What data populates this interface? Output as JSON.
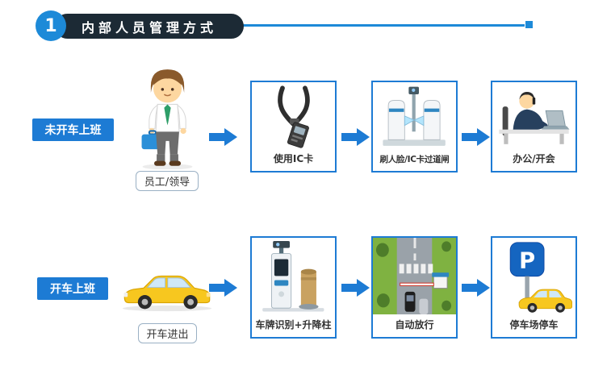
{
  "header": {
    "number": "1",
    "title": "内部人员管理方式"
  },
  "rows": [
    {
      "label": "未开车上班",
      "subject": {
        "label": "员工/领导",
        "icon": "employee-icon"
      },
      "steps": [
        {
          "label": "使用IC卡",
          "icon": "ic-card-lanyard-icon"
        },
        {
          "label": "刷人脸/IC卡过道闸",
          "icon": "turnstile-gate-icon"
        },
        {
          "label": "办公/开会",
          "icon": "office-worker-icon"
        }
      ]
    },
    {
      "label": "开车上班",
      "subject": {
        "label": "开车进出",
        "icon": "yellow-car-icon"
      },
      "steps": [
        {
          "label": "车牌识别+升降柱",
          "icon": "plate-recognition-bollard-icon"
        },
        {
          "label": "自动放行",
          "icon": "auto-pass-gate-icon"
        },
        {
          "label": "停车场停车",
          "icon": "parking-lot-icon"
        }
      ]
    }
  ],
  "colors": {
    "accent_blue": "#1d7bd4",
    "badge_blue": "#1d8ad8",
    "dark_pill": "#1c2a35",
    "box_border": "#1d7bd4"
  }
}
